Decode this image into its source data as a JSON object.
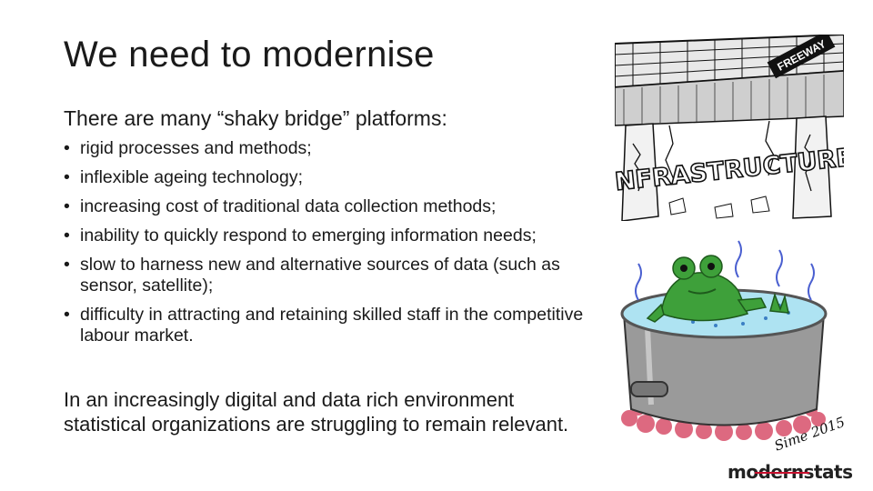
{
  "slide": {
    "title": "We need to modernise",
    "subtitle": "There are many “shaky bridge” platforms:",
    "bullets": [
      "rigid processes and methods;",
      "inflexible ageing technology;",
      "increasing cost of traditional data collection methods;",
      "inability to quickly respond to emerging information needs;",
      "slow to harness new and alternative sources of data (such as sensor, satellite);",
      "difficulty in attracting and retaining skilled staff in the competitive labour market."
    ],
    "conclusion": "In an increasingly digital and data rich environment statistical organizations are struggling to remain relevant."
  },
  "bridge_cartoon": {
    "sign": "FREEWAY",
    "lettering": "INFRASTRUCTURE"
  },
  "frog_cartoon": {
    "signature": "Sime 2015"
  },
  "logo": {
    "text": "modernstats"
  },
  "colors": {
    "text": "#1a1a1a",
    "frog": "#3ea03a",
    "water": "#aee3f2",
    "fire": "#d8506a",
    "logo_red": "#c8102e",
    "logo_dark": "#222222"
  }
}
